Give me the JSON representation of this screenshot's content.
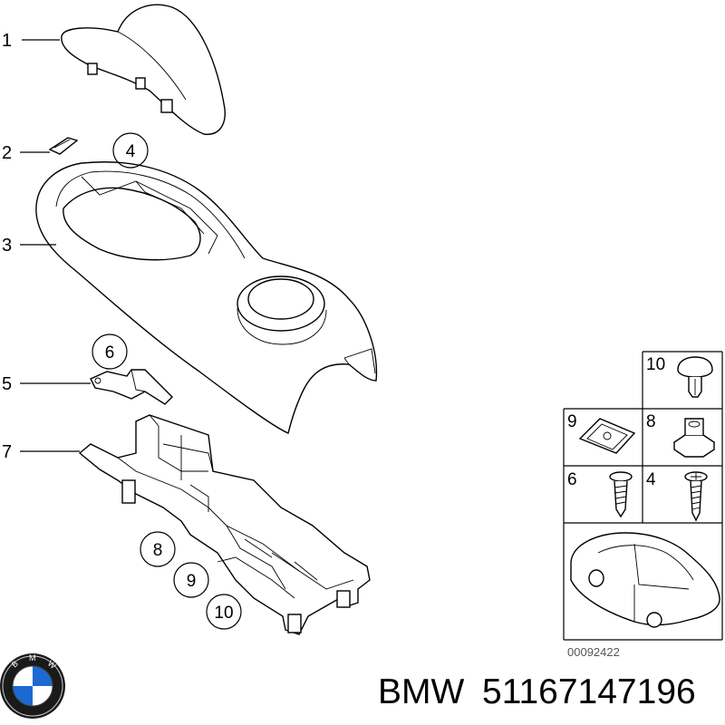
{
  "callouts": {
    "c1": "1",
    "c2": "2",
    "c3": "3",
    "c5": "5",
    "c7": "7",
    "circ4": "4",
    "circ6": "6",
    "circ8": "8",
    "circ9": "9",
    "circ10": "10"
  },
  "fastener_table": {
    "cell_10": "10",
    "cell_9": "9",
    "cell_8": "8",
    "cell_6": "6",
    "cell_4": "4"
  },
  "diagram_ref": "00092422",
  "brand_logo": {
    "letters": "BMW",
    "colors": {
      "blue": "#1c69d4",
      "ring": "#000000"
    }
  },
  "footer": {
    "brand": "BMW",
    "part_number": "51167147196"
  }
}
